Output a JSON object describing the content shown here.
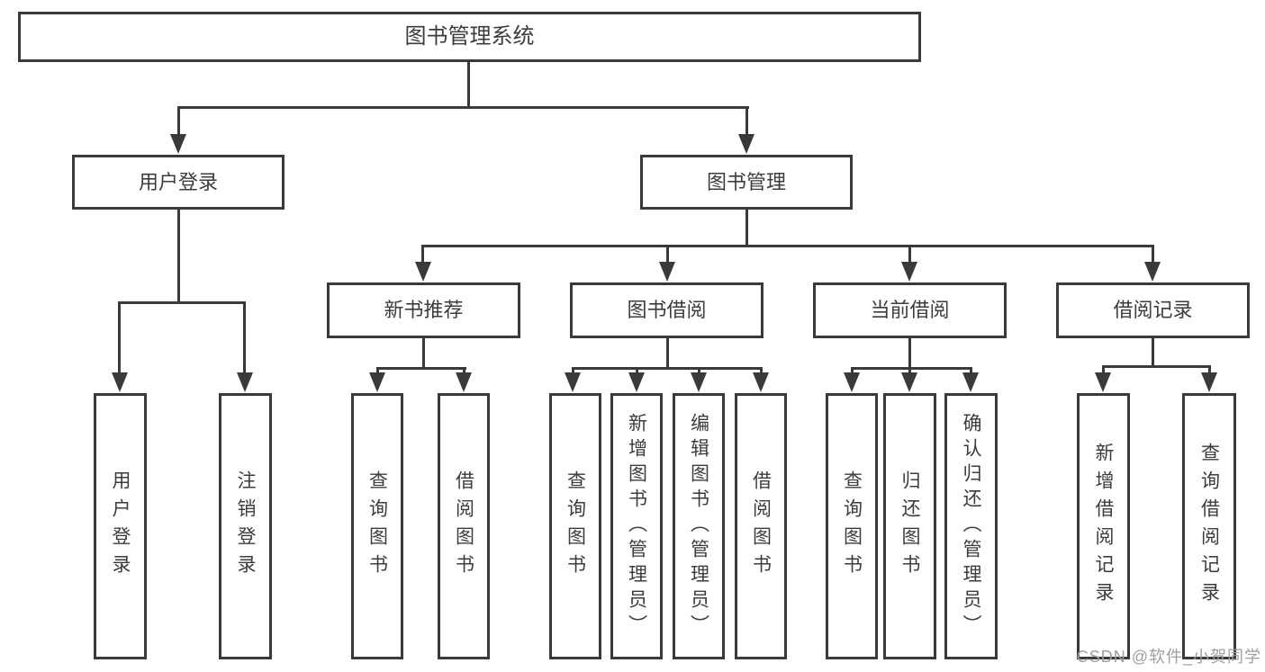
{
  "diagram": {
    "root": {
      "label": "图书管理系统"
    },
    "level1": [
      {
        "label": "用户登录"
      },
      {
        "label": "图书管理"
      }
    ],
    "level2": [
      {
        "label": "新书推荐",
        "parent": "图书管理"
      },
      {
        "label": "图书借阅",
        "parent": "图书管理"
      },
      {
        "label": "当前借阅",
        "parent": "图书管理"
      },
      {
        "label": "借阅记录",
        "parent": "图书管理"
      }
    ],
    "leaves": [
      {
        "label": "用户登录",
        "parent": "用户登录"
      },
      {
        "label": "注销登录",
        "parent": "用户登录"
      },
      {
        "label": "查询图书",
        "parent": "新书推荐"
      },
      {
        "label": "借阅图书",
        "parent": "新书推荐"
      },
      {
        "label": "查询图书",
        "parent": "图书借阅"
      },
      {
        "label": "新增图书（管理员）",
        "parent": "图书借阅"
      },
      {
        "label": "编辑图书（管理员）",
        "parent": "图书借阅"
      },
      {
        "label": "借阅图书",
        "parent": "图书借阅"
      },
      {
        "label": "查询图书",
        "parent": "当前借阅"
      },
      {
        "label": "归还图书",
        "parent": "当前借阅"
      },
      {
        "label": "确认归还（管理员）",
        "parent": "当前借阅"
      },
      {
        "label": "新增借阅记录",
        "parent": "借阅记录"
      },
      {
        "label": "查询借阅记录",
        "parent": "借阅记录"
      }
    ]
  },
  "watermark": {
    "text": "CSDN @软件_小贺同学"
  },
  "colors": {
    "line": "#3a3a3a",
    "text": "#3c3c3c",
    "background": "#ffffff",
    "watermark": "#9e9e9e"
  }
}
